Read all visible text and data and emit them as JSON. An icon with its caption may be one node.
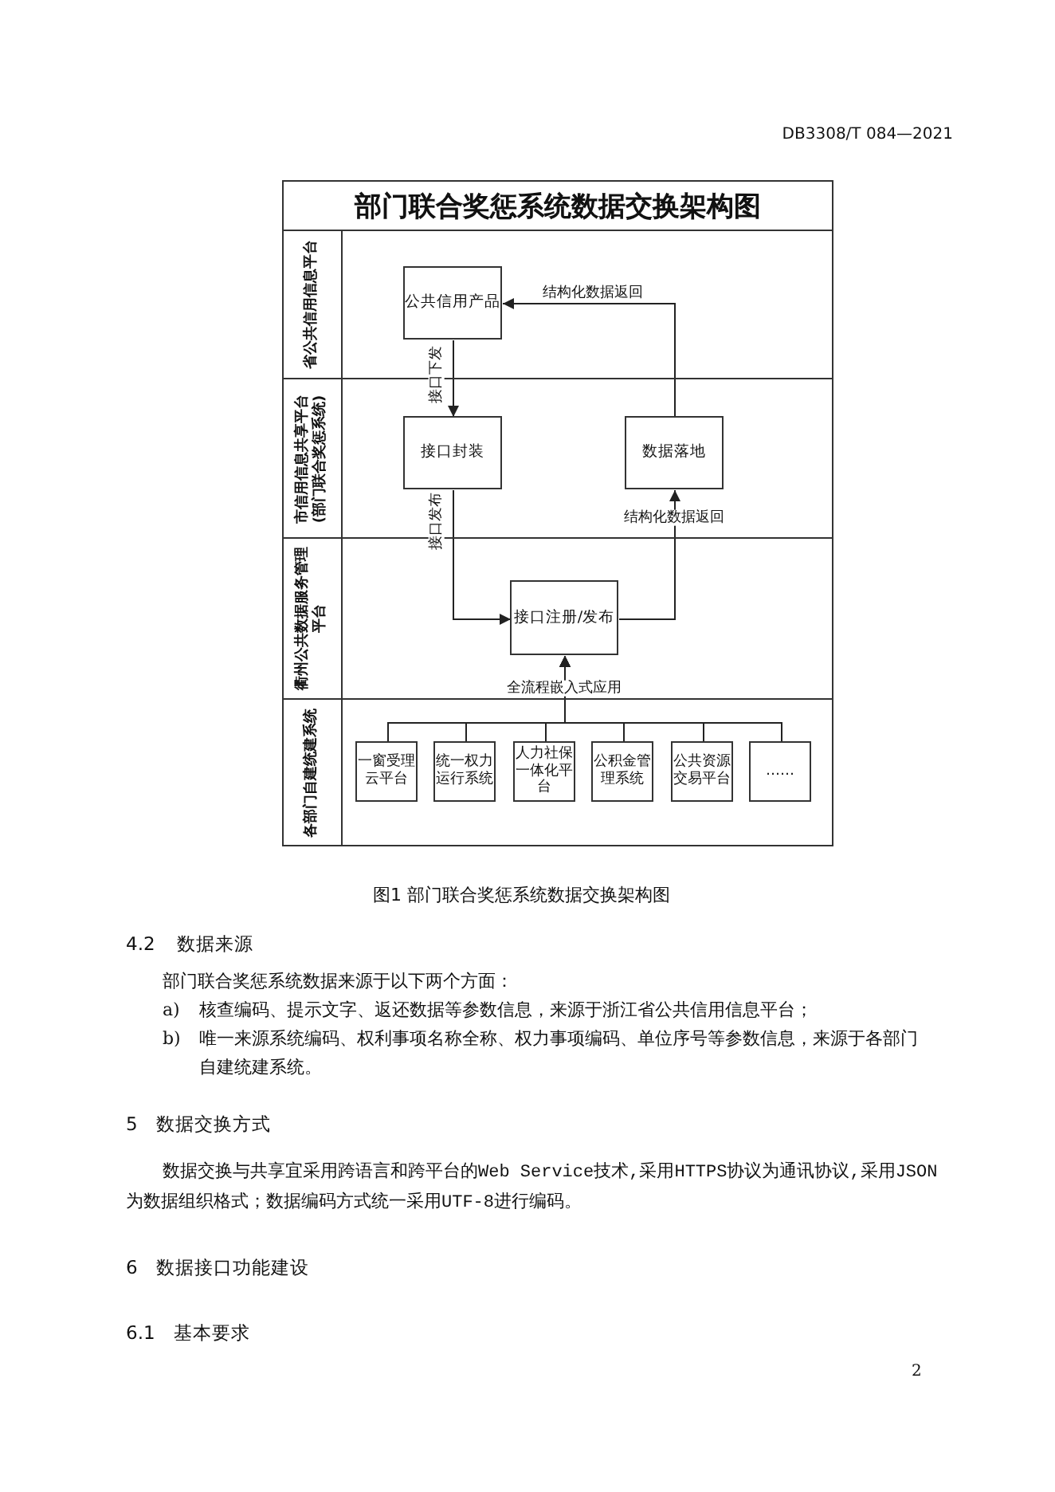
{
  "diagram": {
    "title": "部门联合奖惩系统数据交换架构图",
    "caption": "图1 部门联合奖惩系统数据交换架构图",
    "nodes": [
      {
        "text": [
          "省公共信用信息平台"
        ]
      },
      {
        "text": [
          "公共信用产品"
        ],
        "in": 0
      },
      {
        "text": [
          "市信用信息共享平台(部门联合奖惩系统)"
        ]
      },
      {
        "text": [
          "接口封装"
        ],
        "in": 2
      },
      {
        "text": [
          "数据落地"
        ],
        "in": 2
      },
      {
        "text": [
          "衢州公共数据服务管理平台"
        ]
      },
      {
        "text": [
          "接口注册/发布"
        ],
        "in": 5
      },
      {
        "text": [
          "各部门自建统建系统"
        ]
      },
      {
        "text": [
          "一窗受理云平台"
        ],
        "in": 7
      },
      {
        "text": [
          "统一权力运行系统"
        ],
        "in": 7
      },
      {
        "text": [
          "人力社保一体化平台"
        ],
        "in": 7
      },
      {
        "text": [
          "公积金管理系统"
        ],
        "in": 7
      },
      {
        "text": [
          "公共资源交易平台"
        ],
        "in": 7
      },
      {
        "text": [
          "……"
        ],
        "in": 7
      }
    ],
    "edges": [
      {
        "from": 1,
        "to": 3,
        "arrow": "to",
        "label": "接口下发"
      },
      {
        "from": 3,
        "to": 6,
        "arrow": "to",
        "label": "接口发布"
      },
      {
        "from": 6,
        "to": 4,
        "arrow": "to",
        "label": "结构化数据返回"
      },
      {
        "from": 4,
        "to": 1,
        "arrow": "to",
        "label": "结构化数据返回"
      },
      {
        "from": 8,
        "to": 6,
        "arrow": "to"
      },
      {
        "from": 9,
        "to": 6,
        "arrow": "to"
      },
      {
        "from": 10,
        "to": 6,
        "arrow": "to",
        "label": "全流程嵌入式应用"
      },
      {
        "from": 11,
        "to": 6,
        "arrow": "to"
      },
      {
        "from": 12,
        "to": 6,
        "arrow": "to"
      },
      {
        "from": 13,
        "to": 6,
        "arrow": "to"
      }
    ],
    "labels": [
      "DB3308/T 084—2021",
      "4.2 数据来源",
      "部门联合奖惩系统数据来源于以下两个方面：",
      "a)",
      "核查编码、提示文字、返还数据等参数信息，来源于浙江省公共信用信息平台；",
      "b)",
      "唯一来源系统编码、权利事项名称全称、权力事项编码、单位序号等参数信息，来源于各部门自建统建系统。",
      "5 数据交换方式",
      "数据交换与共享宜采用跨语言和跨平台的Web Service技术,采用HTTPS协议为通讯协议,采用JSON为数据组织格式；数据编码方式统一采用UTF-8进行编码。",
      "6 数据接口功能建设",
      "6.1 基本要求",
      "2"
    ]
  }
}
